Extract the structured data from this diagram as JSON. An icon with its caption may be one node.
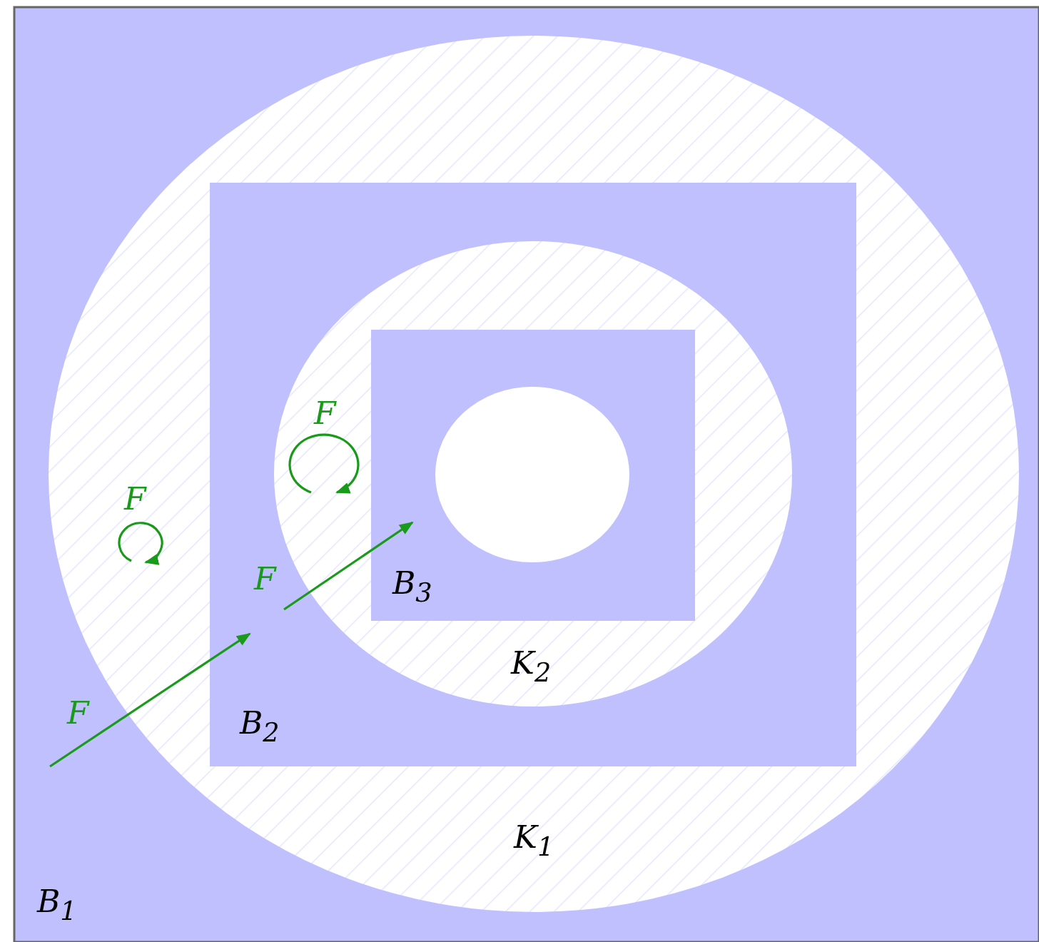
{
  "diagram": {
    "nodes": [
      {
        "text": [
          "B$_{1}$"
        ]
      },
      {
        "text": [
          "K$_{1}$"
        ],
        "in": 0
      },
      {
        "text": [
          "B$_{2}$"
        ],
        "in": 1
      },
      {
        "text": [
          "K$_{2}$"
        ],
        "in": 2
      },
      {
        "text": [
          "B$_{3}$"
        ],
        "in": 3
      },
      {
        "text": [],
        "shape": "ellipse",
        "in": 4
      }
    ],
    "labels": [
      "F",
      "F",
      "F",
      "F"
    ]
  }
}
